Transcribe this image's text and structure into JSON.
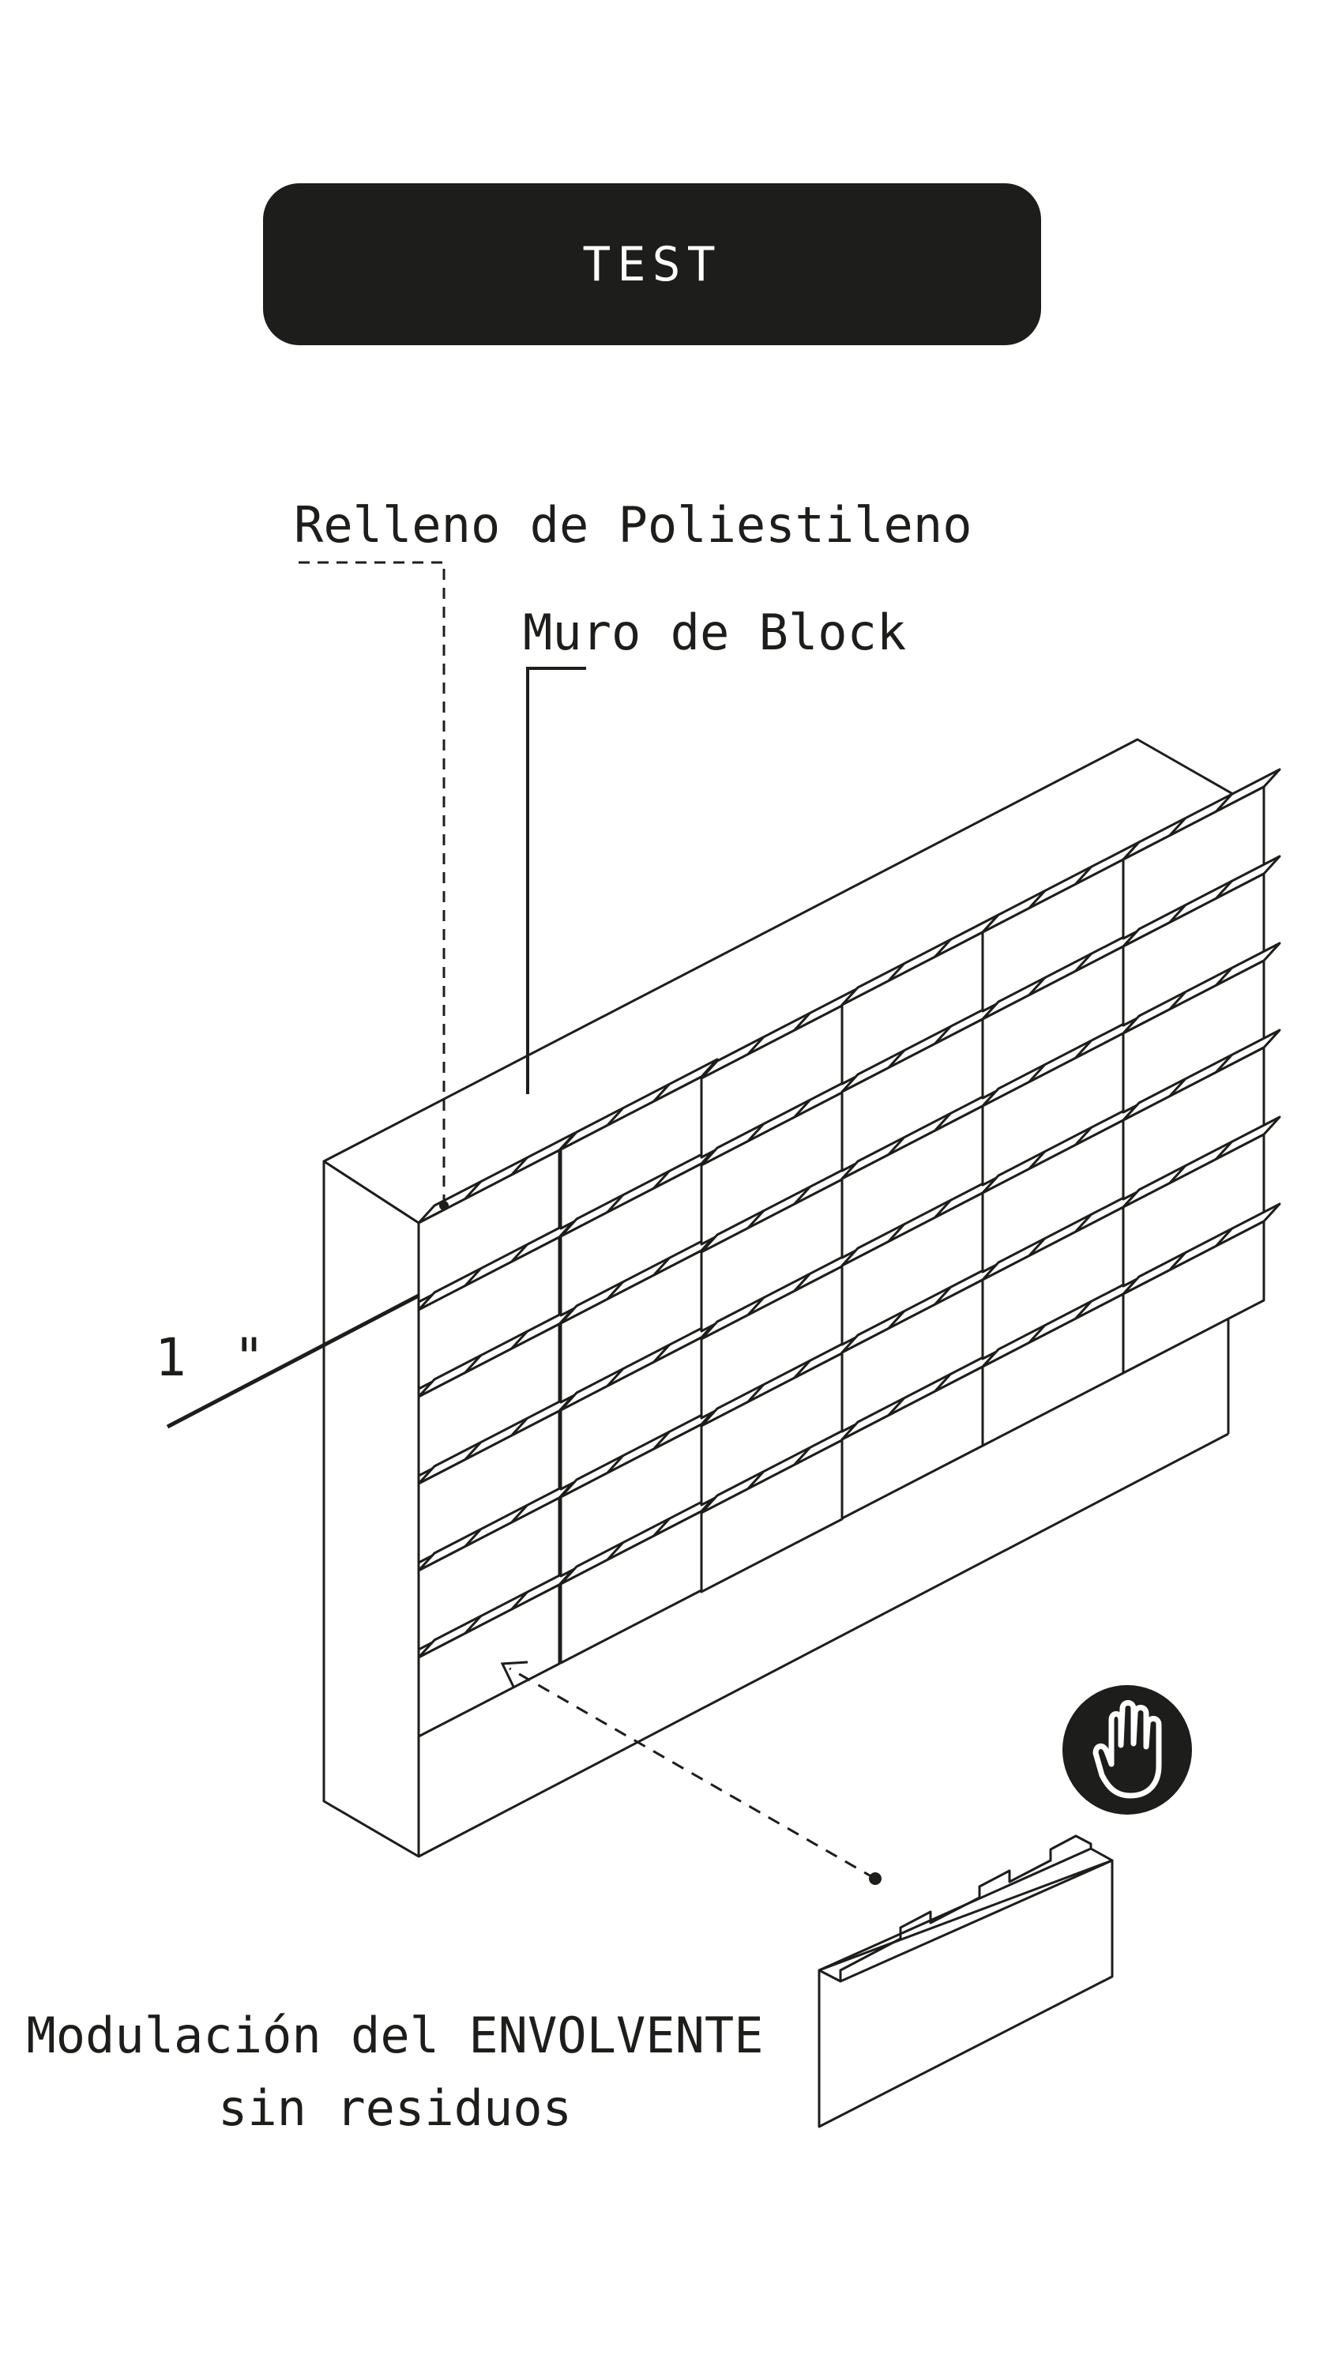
{
  "title": "TEST",
  "labels": {
    "fill": "Relleno de Poliestileno",
    "wall": "Muro de Block",
    "thickness": "1 \"",
    "modulation_line1": "Modulación del ENVOLVENTE",
    "modulation_line2": "sin residuos"
  },
  "icons": {
    "hand": "hand-stop-icon"
  },
  "colors": {
    "ink": "#1d1d1b",
    "paper": "#ffffff"
  }
}
